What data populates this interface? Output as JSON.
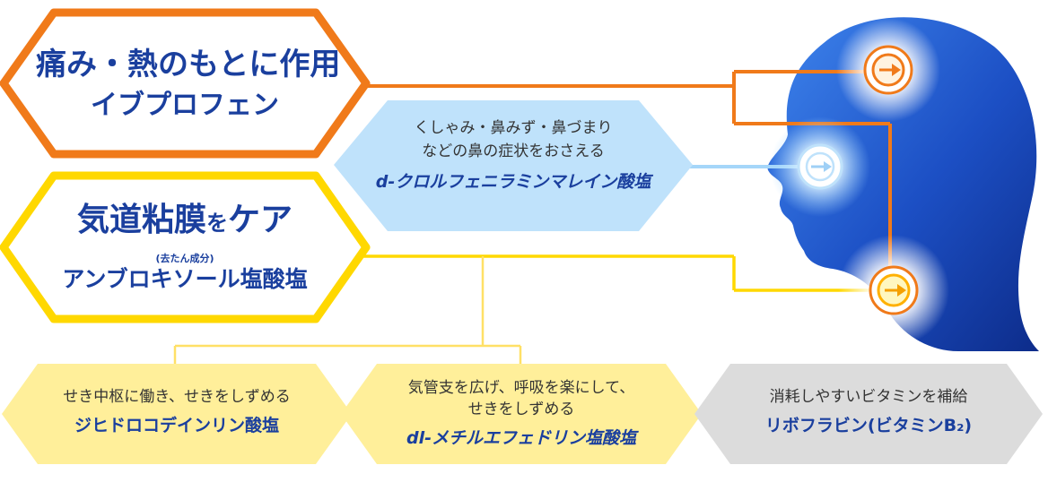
{
  "painkiller": {
    "headline": "痛み・熱のもとに作用",
    "ingredient": "イブプロフェン",
    "color": "#f07a1a"
  },
  "nasal": {
    "line1": "くしゃみ・鼻みず・鼻づまり",
    "line2": "などの鼻の症状をおさえる",
    "ingredient": "d-クロルフェニラミンマレイン酸塩",
    "fill": "#bfe2fb"
  },
  "airway": {
    "headline_part1": "気道粘膜",
    "headline_particle": "を",
    "headline_part2": "ケア",
    "note": "(去たん成分)",
    "ingredient": "アンブロキソール塩酸塩",
    "color": "#ffd800"
  },
  "cough": {
    "description": "せき中枢に働き、せきをしずめる",
    "ingredient": "ジヒドロコデインリン酸塩",
    "fill": "#ffef9a"
  },
  "bronchi": {
    "line1": "気管支を広げ、呼吸を楽にして、",
    "line2": "せきをしずめる",
    "ingredient": "dl-メチルエフェドリン塩酸塩",
    "fill": "#ffef9a"
  },
  "vitamin": {
    "description": "消耗しやすいビタミンを補給",
    "ingredient": "リボフラビン(ビタミンB₂)",
    "fill": "#dcdcdc"
  },
  "colors": {
    "ingredient_text": "#1a3f9e",
    "head_dark": "#0d2c8a",
    "head_light": "#2f6fe0"
  }
}
